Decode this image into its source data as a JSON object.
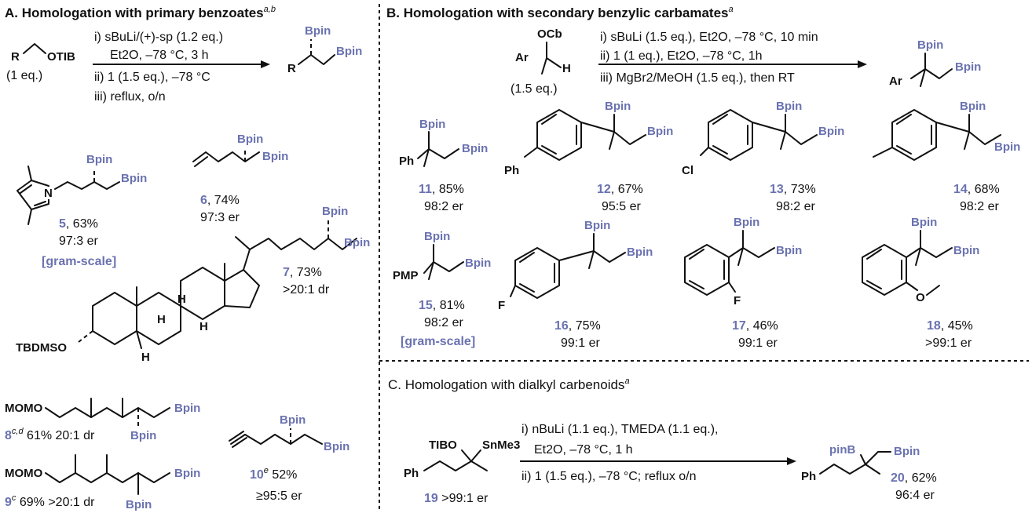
{
  "panel_a": {
    "header": "A. Homologation with primary benzoates",
    "header_sup": "a,b",
    "sm_group": "OTIB",
    "sm_r": "R",
    "sm_eq": "(1 eq.)",
    "cond_1": "i) sBuLi/(+)-sp (1.2 eq.)",
    "cond_2": "Et2O, –78 °C, 3 h",
    "cond_3": "ii) 1 (1.5 eq.), –78 °C",
    "cond_4": "iii) reflux, o/n",
    "prod_r": "R",
    "bpin": "Bpin",
    "c5_num": "5",
    "c5_yield": ", 63%",
    "c5_er": "97:3 er",
    "c5_scale": "[gram-scale]",
    "c5_atom": "N",
    "c6_num": "6",
    "c6_yield": ", 74%",
    "c6_er": "97:3 er",
    "c7_num": "7",
    "c7_yield": ", 73%",
    "c7_dr": ">20:1 dr",
    "c7_tbs": "TBDMSO",
    "h_atom": "H",
    "c8_mom": "MOMO",
    "c8_num": "8",
    "c8_sup": "c,d",
    "c8_rest": " 61% 20:1 dr",
    "c9_mom": "MOMO",
    "c9_num": "9",
    "c9_sup": "c",
    "c9_rest": " 69% >20:1 dr",
    "c10_num": "10",
    "c10_sup": "e",
    "c10_yield": " 52%",
    "c10_er": "≥95:5 er"
  },
  "panel_b": {
    "header": "B. Homologation with secondary benzylic carbamates",
    "header_sup": "a",
    "sm_ocb": "OCb",
    "sm_ar": "Ar",
    "sm_h": "H",
    "sm_eq": "(1.5 eq.)",
    "cond_1": "i) sBuLi (1.5 eq.), Et2O, –78 °C, 10 min",
    "cond_2": "ii) 1 (1 eq.), Et2O, –78 °C, 1h",
    "cond_3": "iii) MgBr2/MeOH (1.5 eq.), then RT",
    "prod_ar": "Ar",
    "bpin": "Bpin",
    "ph": "Ph",
    "cl": "Cl",
    "f": "F",
    "pmp": "PMP",
    "c11_num": "11",
    "c11_yield": ", 85%",
    "c11_er": "98:2 er",
    "c12_num": "12",
    "c12_yield": ", 67%",
    "c12_er": "95:5 er",
    "c13_num": "13",
    "c13_yield": ", 73%",
    "c13_er": "98:2 er",
    "c14_num": "14",
    "c14_yield": ", 68%",
    "c14_er": "98:2 er",
    "c15_num": "15",
    "c15_yield": ", 81%",
    "c15_er": "98:2 er",
    "c15_scale": "[gram-scale]",
    "c16_num": "16",
    "c16_yield": ", 75%",
    "c16_er": "99:1 er",
    "c17_num": "17",
    "c17_yield": ", 46%",
    "c17_er": "99:1 er",
    "c18_num": "18",
    "c18_yield": ", 45%",
    "c18_er": ">99:1 er"
  },
  "panel_c": {
    "header": "C. Homologation with dialkyl carbenoids",
    "header_sup": "a",
    "sm_tibo": "TIBO",
    "sm_sn": "SnMe3",
    "sm_ph": "Ph",
    "sm_num": "19",
    "sm_er": " >99:1 er",
    "cond_1": "i) nBuLi (1.1 eq.), TMEDA (1.1 eq.),",
    "cond_2": "Et2O, –78 °C, 1 h",
    "cond_3": "ii) 1 (1.5 eq.), –78 °C; reflux o/n",
    "prod_ph": "Ph",
    "pinb": "pinB",
    "bpin": "Bpin",
    "c20_num": "20",
    "c20_yield": ", 62%",
    "c20_er": "96:4 er"
  }
}
